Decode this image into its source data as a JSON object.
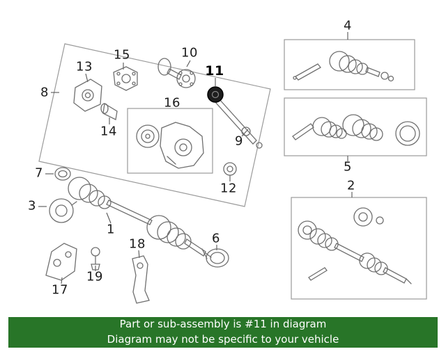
{
  "diagram": {
    "description": "exploded-drivetrain-parts-diagram",
    "highlighted_part": "11",
    "labels": {
      "p1": "1",
      "p2": "2",
      "p3": "3",
      "p4": "4",
      "p5": "5",
      "p6": "6",
      "p7": "7",
      "p8": "8",
      "p9": "9",
      "p10": "10",
      "p11": "11",
      "p12": "12",
      "p13": "13",
      "p14": "14",
      "p15": "15",
      "p16": "16",
      "p17": "17",
      "p18": "18",
      "p19": "19"
    }
  },
  "banner": {
    "line1": "Part or sub-assembly is #11 in diagram",
    "line2": "Diagram may not be specific to your vehicle"
  },
  "colors": {
    "banner_bg": "#287528",
    "banner_text": "#ffffff",
    "line": "#6f6f6f",
    "box_line": "#9a9a9a",
    "highlight": "#1d1d1d"
  }
}
